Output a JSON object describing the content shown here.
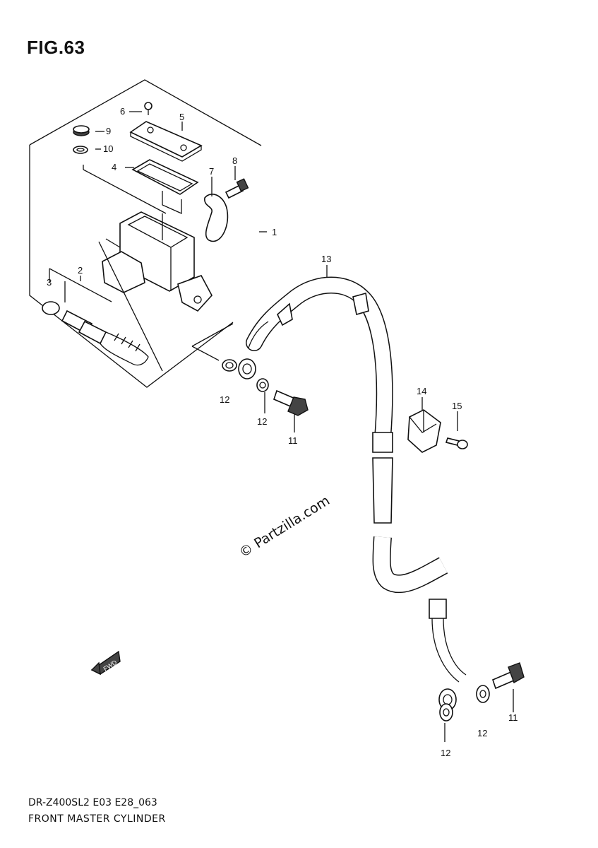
{
  "figure": {
    "title": "FIG.63",
    "model_code": "DR-Z400SL2 E03 E28_063",
    "description": "FRONT MASTER CYLINDER",
    "watermark": "© Partzilla.com",
    "direction_mark": "FWD"
  },
  "callouts": [
    {
      "id": "c1",
      "text": "1"
    },
    {
      "id": "c2",
      "text": "2"
    },
    {
      "id": "c3",
      "text": "3"
    },
    {
      "id": "c4",
      "text": "4"
    },
    {
      "id": "c5",
      "text": "5"
    },
    {
      "id": "c6",
      "text": "6"
    },
    {
      "id": "c7",
      "text": "7"
    },
    {
      "id": "c8",
      "text": "8"
    },
    {
      "id": "c9",
      "text": "9"
    },
    {
      "id": "c10",
      "text": "10"
    },
    {
      "id": "c11a",
      "text": "11"
    },
    {
      "id": "c11b",
      "text": "11"
    },
    {
      "id": "c12a",
      "text": "12"
    },
    {
      "id": "c12b",
      "text": "12"
    },
    {
      "id": "c12c",
      "text": "12"
    },
    {
      "id": "c12d",
      "text": "12"
    },
    {
      "id": "c13",
      "text": "13"
    },
    {
      "id": "c14",
      "text": "14"
    },
    {
      "id": "c15",
      "text": "15"
    }
  ]
}
